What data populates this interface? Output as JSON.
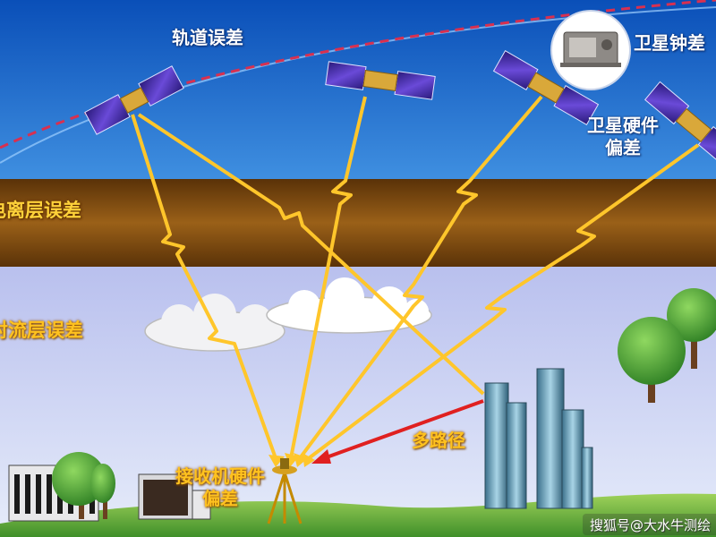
{
  "labels": {
    "orbit_error": "轨道误差",
    "satellite_clock_error": "卫星钟差",
    "satellite_hardware_bias": [
      "卫星硬件",
      "偏差"
    ],
    "ionosphere_error": "电离层误差",
    "troposphere_error": "对流层误差",
    "multipath": "多路径",
    "receiver_hardware_bias": [
      "接收机硬件",
      "偏差"
    ]
  },
  "watermark": "搜狐号@大水牛测绘",
  "icons": {
    "satellite": "satellite-icon",
    "atomic_clock": "atomic-clock-icon",
    "receiver": "gnss-receiver-icon",
    "tree": "tree-icon",
    "building": "building-icon",
    "cloud": "cloud-icon"
  },
  "colors": {
    "sky_top": "#0a4fb8",
    "sky_bottom": "#3f8fe0",
    "ionosphere_band": "#8a5410",
    "troposphere": "#c9cff0",
    "signal_ray": "#ffc62b",
    "multipath_ray": "#e02020",
    "orbit_path": "#d83050",
    "ground": "#5fae3a"
  }
}
